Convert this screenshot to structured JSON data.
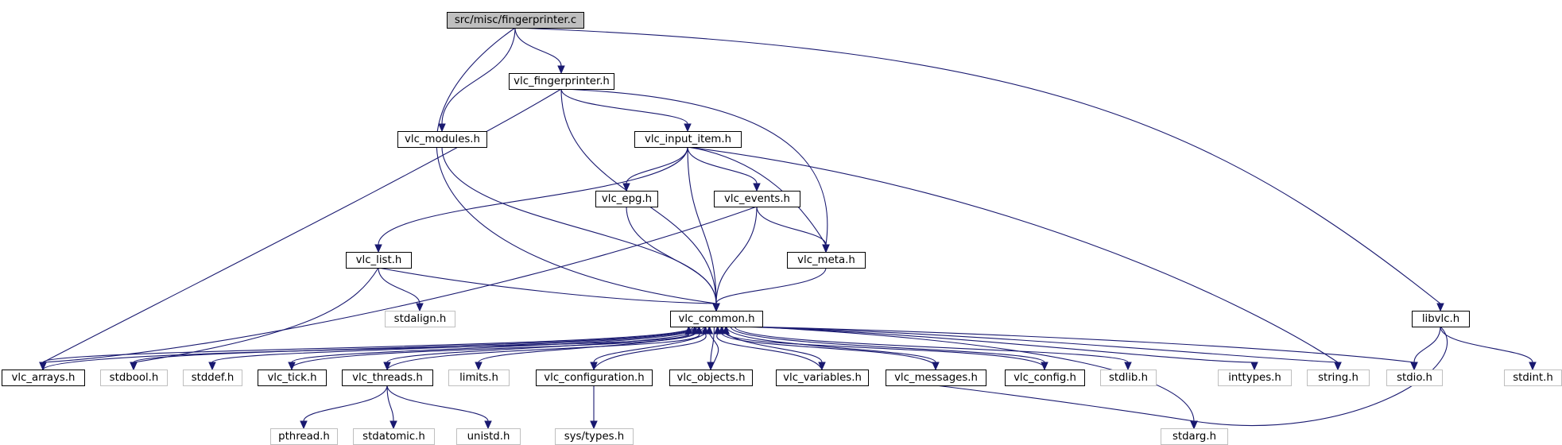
{
  "colors": {
    "edge": "#191970",
    "root_fill": "#bfbfbf",
    "system_border": "#bfbfbf",
    "node_border": "#000000"
  },
  "nodes": [
    {
      "id": "root",
      "label": "src/misc/fingerprinter.c",
      "kind": "root"
    },
    {
      "id": "vlc_fingerprinter_h",
      "label": "vlc_fingerprinter.h",
      "kind": "normal"
    },
    {
      "id": "vlc_modules_h",
      "label": "vlc_modules.h",
      "kind": "normal"
    },
    {
      "id": "vlc_input_item_h",
      "label": "vlc_input_item.h",
      "kind": "normal"
    },
    {
      "id": "vlc_epg_h",
      "label": "vlc_epg.h",
      "kind": "normal"
    },
    {
      "id": "vlc_events_h",
      "label": "vlc_events.h",
      "kind": "normal"
    },
    {
      "id": "vlc_list_h",
      "label": "vlc_list.h",
      "kind": "normal"
    },
    {
      "id": "vlc_meta_h",
      "label": "vlc_meta.h",
      "kind": "normal"
    },
    {
      "id": "stdalign_h",
      "label": "stdalign.h",
      "kind": "system"
    },
    {
      "id": "vlc_common_h",
      "label": "vlc_common.h",
      "kind": "normal"
    },
    {
      "id": "libvlc_h",
      "label": "libvlc.h",
      "kind": "normal"
    },
    {
      "id": "vlc_arrays_h",
      "label": "vlc_arrays.h",
      "kind": "normal"
    },
    {
      "id": "stdbool_h",
      "label": "stdbool.h",
      "kind": "system"
    },
    {
      "id": "stddef_h",
      "label": "stddef.h",
      "kind": "system"
    },
    {
      "id": "vlc_tick_h",
      "label": "vlc_tick.h",
      "kind": "normal"
    },
    {
      "id": "vlc_threads_h",
      "label": "vlc_threads.h",
      "kind": "normal"
    },
    {
      "id": "limits_h",
      "label": "limits.h",
      "kind": "system"
    },
    {
      "id": "vlc_configuration_h",
      "label": "vlc_configuration.h",
      "kind": "normal"
    },
    {
      "id": "vlc_objects_h",
      "label": "vlc_objects.h",
      "kind": "normal"
    },
    {
      "id": "vlc_variables_h",
      "label": "vlc_variables.h",
      "kind": "normal"
    },
    {
      "id": "vlc_messages_h",
      "label": "vlc_messages.h",
      "kind": "normal"
    },
    {
      "id": "vlc_config_h",
      "label": "vlc_config.h",
      "kind": "normal"
    },
    {
      "id": "stdlib_h",
      "label": "stdlib.h",
      "kind": "system"
    },
    {
      "id": "inttypes_h",
      "label": "inttypes.h",
      "kind": "system"
    },
    {
      "id": "string_h",
      "label": "string.h",
      "kind": "system"
    },
    {
      "id": "stdio_h",
      "label": "stdio.h",
      "kind": "system"
    },
    {
      "id": "stdint_h",
      "label": "stdint.h",
      "kind": "system"
    },
    {
      "id": "pthread_h",
      "label": "pthread.h",
      "kind": "system"
    },
    {
      "id": "stdatomic_h",
      "label": "stdatomic.h",
      "kind": "system"
    },
    {
      "id": "unistd_h",
      "label": "unistd.h",
      "kind": "system"
    },
    {
      "id": "sys_types_h",
      "label": "sys/types.h",
      "kind": "system"
    },
    {
      "id": "stdarg_h",
      "label": "stdarg.h",
      "kind": "system"
    }
  ],
  "edges": [
    {
      "from": "root",
      "to": "vlc_fingerprinter_h"
    },
    {
      "from": "root",
      "to": "vlc_modules_h"
    },
    {
      "from": "root",
      "to": "vlc_common_h"
    },
    {
      "from": "root",
      "to": "libvlc_h"
    },
    {
      "from": "vlc_fingerprinter_h",
      "to": "vlc_input_item_h"
    },
    {
      "from": "vlc_fingerprinter_h",
      "to": "vlc_common_h"
    },
    {
      "from": "vlc_fingerprinter_h",
      "to": "vlc_arrays_h"
    },
    {
      "from": "vlc_fingerprinter_h",
      "to": "vlc_meta_h"
    },
    {
      "from": "vlc_modules_h",
      "to": "vlc_common_h"
    },
    {
      "from": "vlc_input_item_h",
      "to": "vlc_list_h"
    },
    {
      "from": "vlc_input_item_h",
      "to": "vlc_epg_h"
    },
    {
      "from": "vlc_input_item_h",
      "to": "vlc_events_h"
    },
    {
      "from": "vlc_input_item_h",
      "to": "vlc_common_h"
    },
    {
      "from": "vlc_input_item_h",
      "to": "vlc_meta_h"
    },
    {
      "from": "vlc_input_item_h",
      "to": "string_h"
    },
    {
      "from": "vlc_epg_h",
      "to": "vlc_common_h"
    },
    {
      "from": "vlc_events_h",
      "to": "vlc_meta_h"
    },
    {
      "from": "vlc_events_h",
      "to": "vlc_common_h"
    },
    {
      "from": "vlc_events_h",
      "to": "vlc_arrays_h"
    },
    {
      "from": "vlc_list_h",
      "to": "stdalign_h"
    },
    {
      "from": "vlc_list_h",
      "to": "vlc_common_h"
    },
    {
      "from": "vlc_list_h",
      "to": "stdbool_h"
    },
    {
      "from": "vlc_meta_h",
      "to": "vlc_common_h"
    },
    {
      "from": "libvlc_h",
      "to": "stdio_h"
    },
    {
      "from": "libvlc_h",
      "to": "stdint_h"
    },
    {
      "from": "libvlc_h",
      "to": "stdarg_h"
    },
    {
      "from": "vlc_common_h",
      "to": "vlc_arrays_h"
    },
    {
      "from": "vlc_common_h",
      "to": "stdbool_h"
    },
    {
      "from": "vlc_common_h",
      "to": "stddef_h"
    },
    {
      "from": "vlc_common_h",
      "to": "vlc_tick_h"
    },
    {
      "from": "vlc_common_h",
      "to": "vlc_threads_h"
    },
    {
      "from": "vlc_common_h",
      "to": "limits_h"
    },
    {
      "from": "vlc_common_h",
      "to": "vlc_configuration_h"
    },
    {
      "from": "vlc_common_h",
      "to": "vlc_objects_h"
    },
    {
      "from": "vlc_common_h",
      "to": "vlc_variables_h"
    },
    {
      "from": "vlc_common_h",
      "to": "vlc_messages_h"
    },
    {
      "from": "vlc_common_h",
      "to": "vlc_config_h"
    },
    {
      "from": "vlc_common_h",
      "to": "stdlib_h"
    },
    {
      "from": "vlc_common_h",
      "to": "inttypes_h"
    },
    {
      "from": "vlc_common_h",
      "to": "string_h"
    },
    {
      "from": "vlc_common_h",
      "to": "stdio_h"
    },
    {
      "from": "vlc_common_h",
      "to": "stdarg_h"
    },
    {
      "from": "vlc_arrays_h",
      "to": "vlc_common_h"
    },
    {
      "from": "vlc_tick_h",
      "to": "vlc_common_h"
    },
    {
      "from": "vlc_threads_h",
      "to": "vlc_common_h"
    },
    {
      "from": "vlc_threads_h",
      "to": "pthread_h"
    },
    {
      "from": "vlc_threads_h",
      "to": "stdatomic_h"
    },
    {
      "from": "vlc_threads_h",
      "to": "unistd_h"
    },
    {
      "from": "vlc_configuration_h",
      "to": "vlc_common_h"
    },
    {
      "from": "vlc_configuration_h",
      "to": "sys_types_h"
    },
    {
      "from": "vlc_objects_h",
      "to": "vlc_common_h"
    },
    {
      "from": "vlc_variables_h",
      "to": "vlc_common_h"
    },
    {
      "from": "vlc_messages_h",
      "to": "vlc_common_h"
    },
    {
      "from": "vlc_messages_h",
      "to": "stdarg_h"
    },
    {
      "from": "vlc_config_h",
      "to": "vlc_common_h"
    }
  ]
}
